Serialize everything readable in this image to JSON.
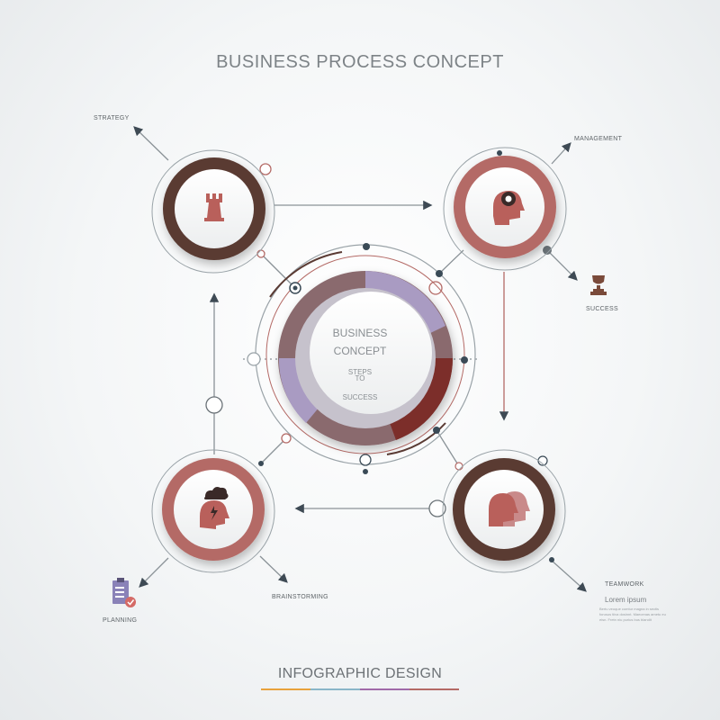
{
  "header": {
    "title": "BUSINESS PROCESS CONCEPT"
  },
  "center": {
    "line1": "BUSINESS",
    "line2": "CONCEPT",
    "line3": "STEPS",
    "line4": "TO",
    "line5": "SUCCESS"
  },
  "nodes": {
    "strategy": {
      "label": "STRATEGY",
      "icon": "chess-rook-icon"
    },
    "management": {
      "label": "MANAGEMENT",
      "icon": "head-gear-icon"
    },
    "brainstorming": {
      "label": "BRAINSTORMING",
      "icon": "head-cloud-icon"
    },
    "teamwork": {
      "label": "TEAMWORK",
      "icon": "team-heads-icon"
    }
  },
  "extras": {
    "success": {
      "label": "SUCCESS",
      "icon": "trophy-icon"
    },
    "planning": {
      "label": "PLANNING",
      "icon": "clipboard-check-icon"
    },
    "lorem": {
      "title": "Lorem ipsum",
      "body": "Bertu veoque comtur magna in sectis forusus tiiva dosinnt. Maecenas ametu eu eisn. Fretn niu purius bus blandit"
    }
  },
  "footer": {
    "title": "INFOGRAPHIC DESIGN"
  },
  "colors": {
    "dark_ring": "#5a3a33",
    "rose_ring": "#b46a66",
    "icon": "#b9605b",
    "line": "#8a9297",
    "dot": "#3a4a56",
    "accent_purple": "#a99bc2"
  }
}
